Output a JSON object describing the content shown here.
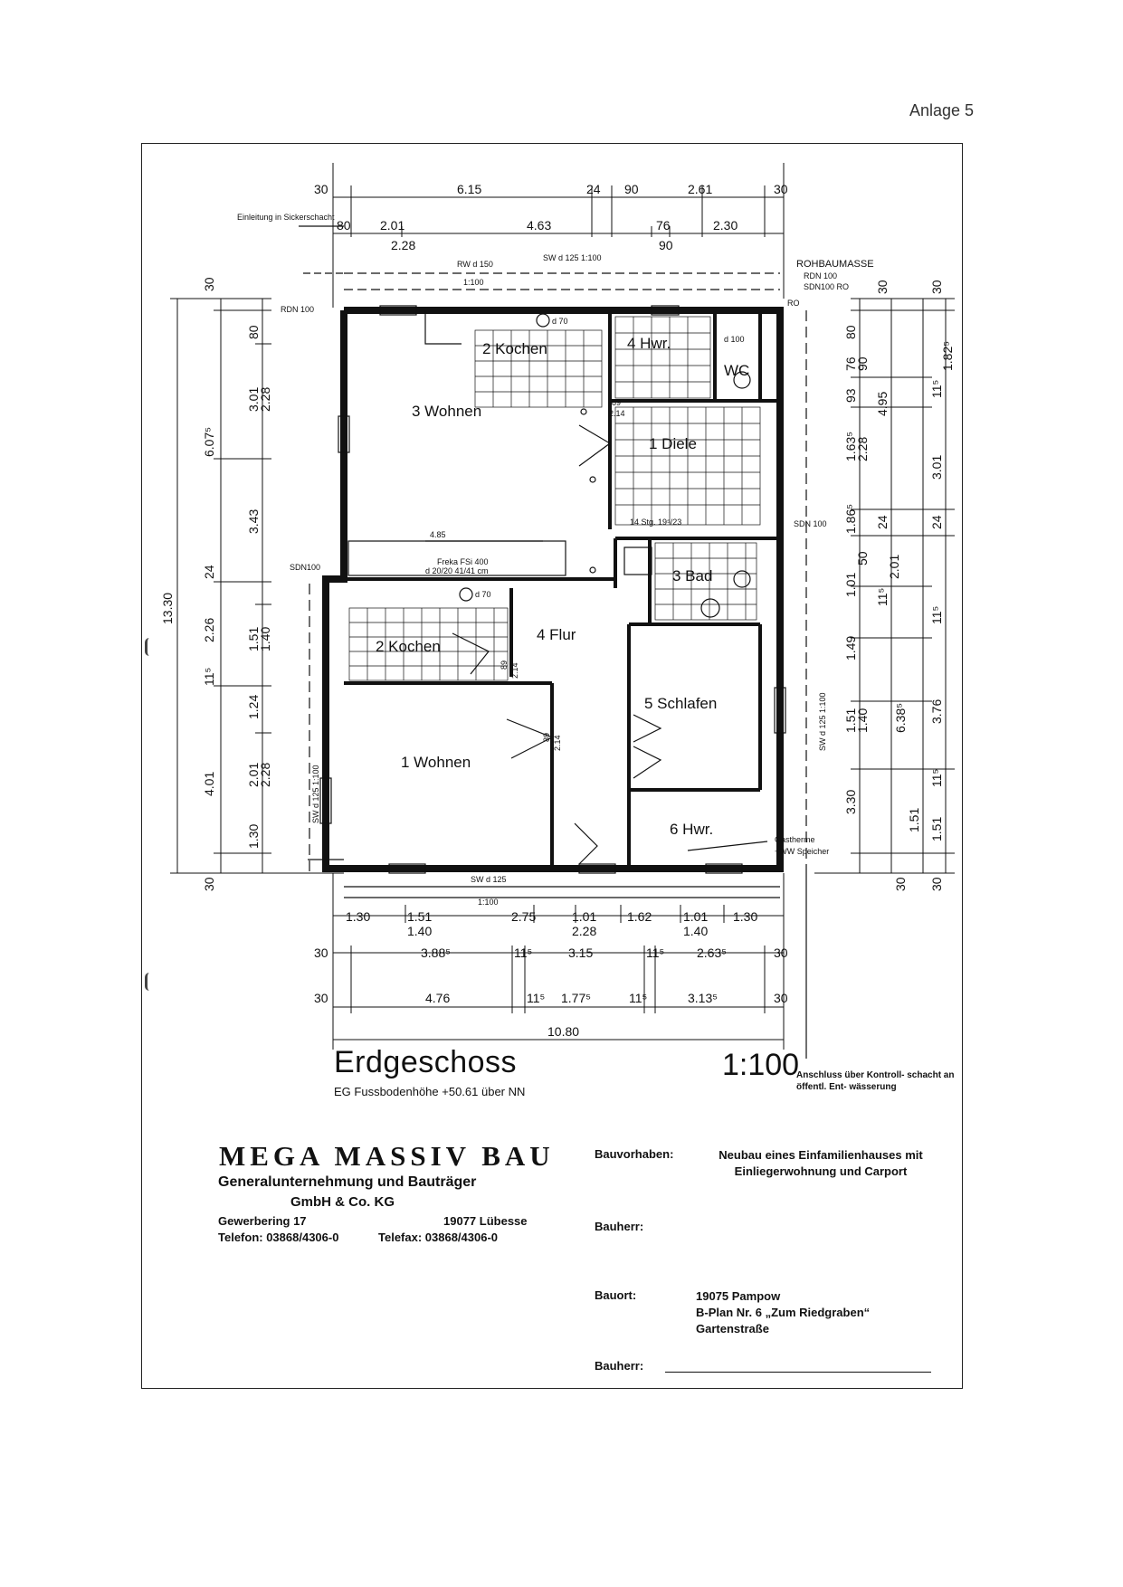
{
  "page": {
    "annex": "Anlage 5"
  },
  "plan": {
    "rooms_upper": [
      {
        "key": "wohnen3",
        "label": "3 Wohnen"
      },
      {
        "key": "kochen2_upper",
        "label": "2 Kochen"
      },
      {
        "key": "hwr4",
        "label": "4 Hwr."
      },
      {
        "key": "wc",
        "label": "WC"
      },
      {
        "key": "diele1",
        "label": "1 Diele"
      }
    ],
    "rooms_lower": [
      {
        "key": "kochen2_lower",
        "label": "2 Kochen"
      },
      {
        "key": "flur4",
        "label": "4 Flur"
      },
      {
        "key": "bad3",
        "label": "3 Bad"
      },
      {
        "key": "schlafen5",
        "label": "5 Schlafen"
      },
      {
        "key": "wohnen1",
        "label": "1 Wohnen"
      },
      {
        "key": "hwr6",
        "label": "6 Hwr."
      }
    ],
    "notes": {
      "einleitung": "Einleitung in Sickerschacht",
      "rohbaumasse": "ROHBAUMASSE",
      "rdn100": "RDN 100",
      "sdn100_ro": "SDN100 RO",
      "rdn100_left": "RDN 100",
      "ro": "RO",
      "sdn100_left": "SDN100",
      "sdn100_right": "SDN 100",
      "rw": "RW d 150",
      "rw_slope": "1:100",
      "sw_top": "SW d 125 1:100",
      "sw_bottom": "SW d 125",
      "sw_bottom_slope": "1:100",
      "sw_left": "SW d 125 1:100",
      "sw_right": "SW d 125 1:100",
      "freka": "Freka FSi 400",
      "freka_dim": "d 20/20 41/41 cm",
      "d70": "d 70",
      "d100": "d 100",
      "treppe": "14 Stg. 19⁵/23",
      "gastherme": "Gastherme",
      "ww": "+WW Speicher",
      "wall_485": "4.85"
    },
    "dims_top_row1": [
      "30",
      "6.15",
      "24",
      "90",
      "2.61",
      "30"
    ],
    "dims_top_row2": [
      "80",
      "2.01",
      "2.28",
      "4.63",
      "76",
      "90",
      "2.30"
    ],
    "dims_bottom_row1": [
      "1.30",
      "1.51",
      "1.40",
      "2.75",
      "1.01",
      "2.28",
      "1.62",
      "1.01",
      "1.40",
      "1.30"
    ],
    "dims_bottom_row2": [
      "30",
      "3.88⁵",
      "11⁵",
      "3.15",
      "11⁵",
      "2.63⁵",
      "30"
    ],
    "dims_bottom_row3": [
      "30",
      "4.76",
      "11⁵",
      "1.77⁵",
      "11⁵",
      "3.13⁵",
      "30"
    ],
    "dims_bottom_total": "10.80",
    "dims_left_outer": [
      "30",
      "6.07⁵",
      "24",
      "2.26",
      "11⁵",
      "4.01",
      "30",
      "13.30"
    ],
    "dims_left_inner": [
      "80",
      "3.01",
      "2.28",
      "3.43",
      "1.51",
      "1.40",
      "1.24",
      "2.01",
      "2.28",
      "1.30"
    ],
    "dims_right_inner": [
      "80",
      "76",
      "90",
      "93",
      "1.63⁵",
      "2.28",
      "1.86⁵",
      "50",
      "1.01",
      "1.49",
      "1.51",
      "1.40",
      "3.30"
    ],
    "dims_right_outer": [
      "30",
      "4.95",
      "24",
      "2.01",
      "11⁵",
      "6.38⁵",
      "1.51",
      "30"
    ],
    "dims_right_far": [
      "30",
      "1.82⁵",
      "11⁵",
      "3.01",
      "24",
      "11⁵",
      "3.76",
      "11⁵",
      "1.51",
      "30"
    ],
    "door_heights": [
      "89",
      "2.14"
    ]
  },
  "title_block": {
    "title": "Erdgeschoss",
    "subtitle": "EG Fussbodenhöhe +50.61 über NN",
    "scale": "1:100",
    "anschluss": "Anschluss über Kontroll- schacht an öffentl. Ent- wässerung"
  },
  "company": {
    "name": "MEGA MASSIV BAU",
    "subtitle1": "Generalunternehmung und Bauträger",
    "subtitle2": "GmbH & Co. KG",
    "street": "Gewerbering 17",
    "city": "19077 Lübesse",
    "phone": "Telefon: 03868/4306-0",
    "fax": "Telefax: 03868/4306-0"
  },
  "project": {
    "bauvorhaben_label": "Bauvorhaben:",
    "bauvorhaben_value": "Neubau eines Einfamilienhauses mit Einliegerwohnung und Carport",
    "bauherr_label": "Bauherr:",
    "bauort_label": "Bauort:",
    "bauort_line1": "19075 Pampow",
    "bauort_line2": "B-Plan Nr. 6 „Zum Riedgraben“",
    "bauort_line3": "Gartenstraße",
    "bauherr2_label": "Bauherr:"
  }
}
